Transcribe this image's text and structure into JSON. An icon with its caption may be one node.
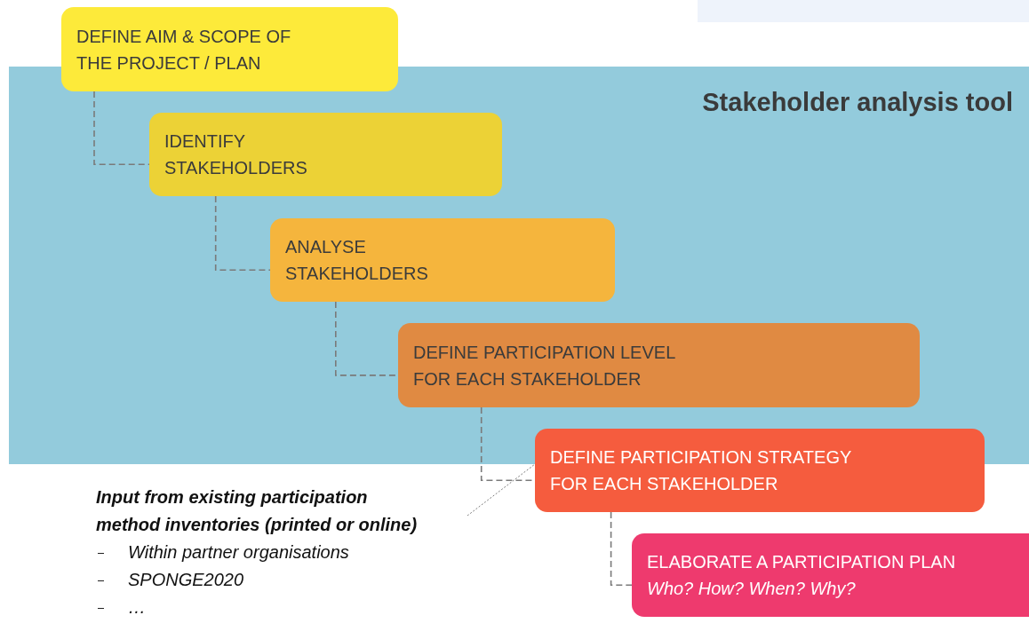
{
  "diagram": {
    "nodes": [
      {
        "text": [
          "DEFINE AIM & SCOPE OF THE PROJECT / PLAN"
        ]
      },
      {
        "text": [
          "Stakeholder analysis tool"
        ]
      },
      {
        "text": [
          "IDENTIFY STAKEHOLDERS"
        ],
        "in": 1
      },
      {
        "text": [
          "ANALYSE STAKEHOLDERS"
        ],
        "in": 1
      },
      {
        "text": [
          "DEFINE PARTICIPATION LEVEL FOR EACH STAKEHOLDER"
        ],
        "in": 1
      },
      {
        "text": [
          "DEFINE PARTICIPATION  STRATEGY FOR EACH STAKEHOLDER"
        ]
      },
      {
        "text": [
          "ELABORATE A PARTICIPATION PLAN",
          "Who? How? When? Why?"
        ]
      },
      {
        "text": [
          "Input from existing participation method inventories (printed or online)",
          "Within partner organisations",
          "SPONGE2020",
          "…"
        ]
      }
    ],
    "edges": [
      {
        "from": 0,
        "to": 2,
        "arrow": "none"
      },
      {
        "from": 2,
        "to": 3,
        "arrow": "none"
      },
      {
        "from": 3,
        "to": 4,
        "arrow": "none"
      },
      {
        "from": 4,
        "to": 5,
        "arrow": "none"
      },
      {
        "from": 5,
        "to": 6,
        "arrow": "none"
      },
      {
        "from": 7,
        "to": 5,
        "arrow": "none"
      }
    ]
  }
}
